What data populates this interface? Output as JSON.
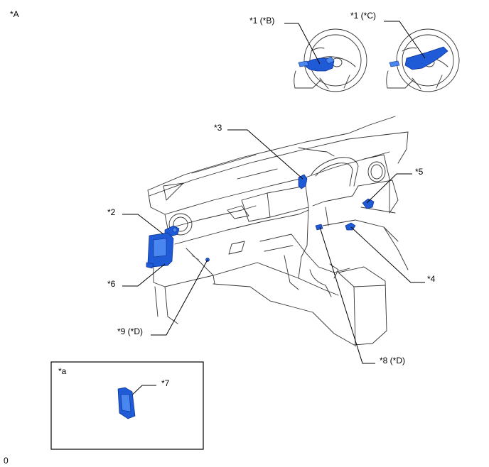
{
  "figure": {
    "view_label": "*A",
    "inset_label": "*a",
    "corner_code": "0"
  },
  "callouts": {
    "c1b": "*1 (*B)",
    "c1c": "*1 (*C)",
    "c2": "*2",
    "c3": "*3",
    "c4": "*4",
    "c5": "*5",
    "c6": "*6",
    "c7": "*7",
    "c8": "*8 (*D)",
    "c9": "*9 (*D)"
  },
  "colors": {
    "highlight": "#1f5bd6",
    "linework": "#333333"
  }
}
